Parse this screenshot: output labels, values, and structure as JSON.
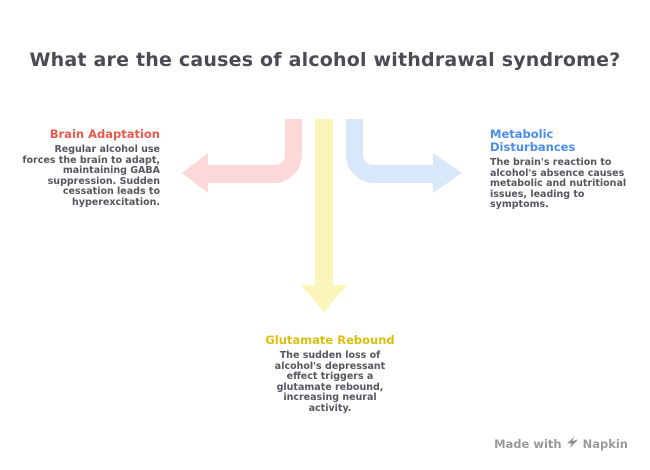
{
  "title": "What are the causes of alcohol withdrawal syndrome?",
  "branches": {
    "left": {
      "heading": "Brain Adaptation",
      "heading_color": "#ec5a4f",
      "arrow_color": "#fbd9d8",
      "body": [
        "Regular alcohol use",
        "forces the brain to adapt,",
        "maintaining GABA",
        "suppression. Sudden",
        "cessation leads to",
        "hyperexcitation."
      ]
    },
    "right": {
      "heading": "Metabolic Disturbances",
      "heading_color": "#4a8df0",
      "arrow_color": "#d9e7fb",
      "body": [
        "The brain's reaction to",
        "alcohol's absence causes",
        "metabolic and nutritional",
        "issues, leading to",
        "symptoms."
      ]
    },
    "bottom": {
      "heading": "Glutamate Rebound",
      "heading_color": "#dcbf0c",
      "arrow_color": "#fbf5ba",
      "body": [
        "The sudden loss of",
        "alcohol's depressant",
        "effect triggers a",
        "glutamate rebound,",
        "increasing neural",
        "activity."
      ]
    }
  },
  "text_color": "#56565f",
  "title_color": "#4b4b53",
  "footer": {
    "made_with": "Made with",
    "brand": "Napkin",
    "icon": "pen-icon",
    "color": "#9a9a9a"
  }
}
